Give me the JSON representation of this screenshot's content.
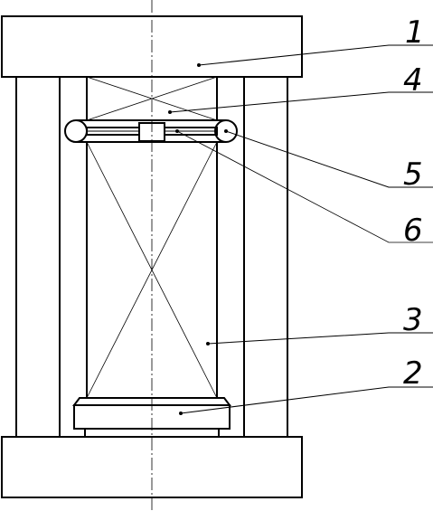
{
  "labels": [
    {
      "id": "top-plate",
      "text": "1"
    },
    {
      "id": "bottom-specimen-holder",
      "text": "2"
    },
    {
      "id": "column",
      "text": "3"
    },
    {
      "id": "upper-specimen",
      "text": "4"
    },
    {
      "id": "roller",
      "text": "5"
    },
    {
      "id": "clamp-rod",
      "text": "6"
    }
  ]
}
